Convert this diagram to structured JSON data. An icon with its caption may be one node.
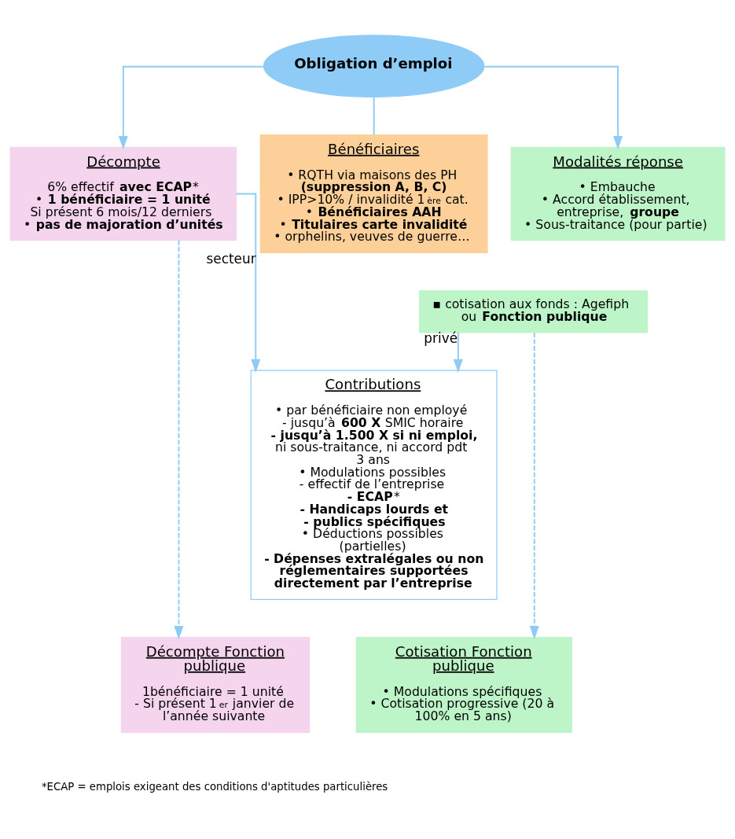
{
  "diagram": {
    "nodes": [
      {
        "text": [
          "Obligation d’emploi"
        ]
      },
      {
        "text": [
          "Décompte",
          "6% effectif **avec ECAP***",
          "• **1 bénéficiaire = 1 unité**",
          "Si présent 6 mois/12 derniers",
          "• **pas de majoration d’unités**"
        ]
      },
      {
        "text": [
          "Bénéficiaires",
          "• RQTH via maisons des PH **(suppression A, B, C)**",
          "• IPP>10% / invalidité 1$^{ère}$ cat.",
          "• **Bénéficiaires AAH**",
          "• **Titulaires carte invalidité**",
          "• orphelins, veuves de guerre…"
        ]
      },
      {
        "text": [
          "Modalités réponse",
          "• Embauche",
          "• Accord établissement, entreprise, **groupe**",
          "• Sous-traitance (pour partie)"
        ]
      },
      {
        "text": [
          "▪ cotisation aux fonds : Agefiph ou **Fonction publique**"
        ]
      },
      {
        "text": [
          "Contributions",
          "• par bénéficiaire non employé",
          "- jusqu’à **600 X** SMIC horaire",
          "**- jusqu’à 1.500 X si ni emploi,** ni sous-traitance, ni accord pdt 3 ans",
          "• Modulations possibles",
          "- effectif de l’entreprise",
          "**- ECAP***",
          "**- Handicaps lourds et**",
          "**- publics spécifiques**",
          "• Déductions possibles (partielles)",
          "**- Dépenses extralégales ou non réglementaires supportées directement par l’entreprise**"
        ]
      },
      {
        "text": [
          "Décompte Fonction publique",
          "1bénéficiaire = 1 unité",
          "- Si présent 1$^{er}$ janvier de l’année suivante"
        ]
      },
      {
        "text": [
          "Cotisation Fonction publique",
          "• Modulations spécifiques",
          "• Cotisation progressive (20 à 100% en 5 ans)"
        ]
      }
    ],
    "edges": [
      {
        "from": 0,
        "to": 1,
        "arrow": "to"
      },
      {
        "from": 0,
        "to": 2,
        "arrow": "none"
      },
      {
        "from": 0,
        "to": 3,
        "arrow": "to"
      },
      {
        "from": 1,
        "to": 5,
        "arrow": "to",
        "label": "secteur"
      },
      {
        "from": 4,
        "to": 5,
        "arrow": "to",
        "label": "privé"
      },
      {
        "from": 1,
        "to": 6,
        "arrow": "to",
        "style": "dashed"
      },
      {
        "from": 4,
        "to": 7,
        "arrow": "to",
        "style": "dashed"
      }
    ],
    "labels": [
      "*ECAP = emplois exigeant des conditions d'aptitudes particulières"
    ]
  }
}
